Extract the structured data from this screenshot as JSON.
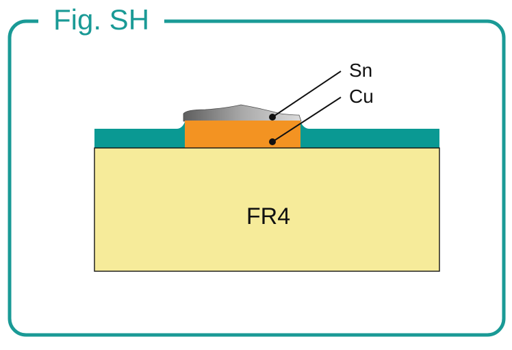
{
  "figure": {
    "title": "Fig. SH",
    "labels": {
      "substrate": "FR4",
      "tin": "Sn",
      "copper": "Cu"
    }
  },
  "colors": {
    "frame": "#1a9a96",
    "solder_mask": "#0a9993",
    "substrate": "#f6eb9a",
    "copper": "#f39322",
    "tin_light": "#d6d6d6",
    "tin_dark": "#6b6b6b",
    "outline": "#111111"
  }
}
